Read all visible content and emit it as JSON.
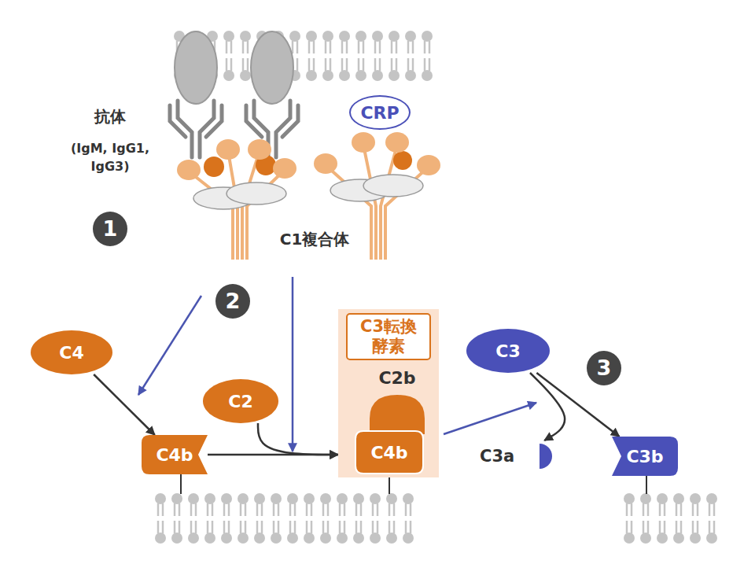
{
  "diagram": {
    "nodes": [
      {
        "text": [
          "CRP"
        ]
      },
      {
        "text": [
          "C4"
        ]
      },
      {
        "text": [
          "C3転換 酵素"
        ]
      },
      {
        "text": [
          "C3"
        ]
      },
      {
        "text": [
          "C2"
        ]
      },
      {
        "text": [
          "C2b"
        ],
        "in": 2
      },
      {
        "text": [
          "C4b"
        ]
      },
      {
        "text": [
          "C4b"
        ],
        "in": 2
      },
      {
        "text": [
          "C3a"
        ]
      },
      {
        "text": [
          "C3b"
        ]
      }
    ],
    "edges": [
      {
        "from": 1,
        "to": 6,
        "arrow": "to"
      },
      {
        "from": 6,
        "to": 2,
        "arrow": "to"
      },
      {
        "from": 4,
        "to": 2,
        "arrow": "to"
      },
      {
        "from": 3,
        "to": 9,
        "arrow": "to"
      },
      {
        "from": 3,
        "to": 8,
        "arrow": "to"
      }
    ],
    "labels": [
      "抗体",
      "(IgM, IgG1, IgG3)",
      "1",
      "C1複合体",
      "2",
      "3"
    ]
  }
}
